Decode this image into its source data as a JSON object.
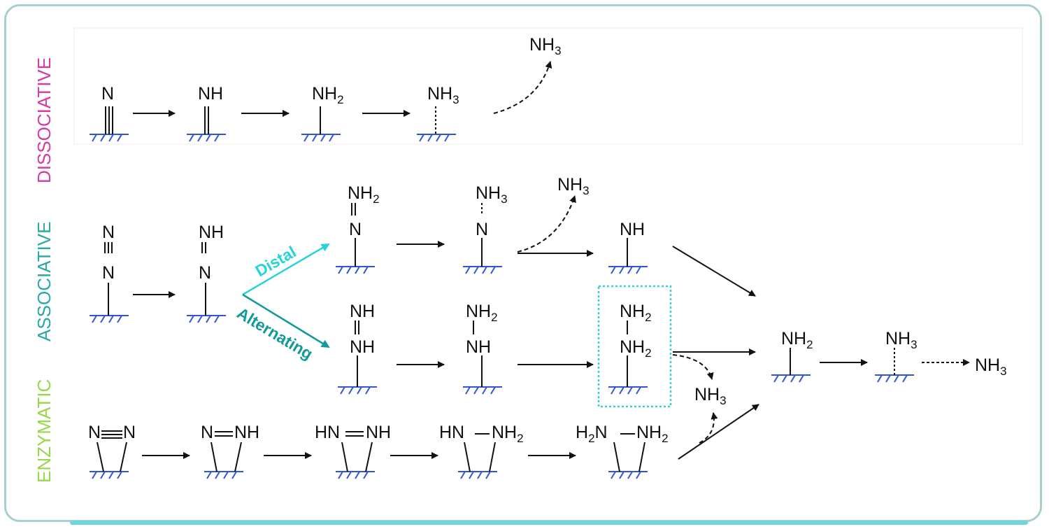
{
  "title": "",
  "section_labels": {
    "dissociative": "DISSOCIATIVE",
    "associative": "ASSOCIATIVE",
    "enzymatic": "ENZYMATIC"
  },
  "pathway_labels": {
    "distal": "Distal",
    "alternating": "Alternating"
  },
  "colors": {
    "dissociative": "#d63ba4",
    "associative": "#2aa8a4",
    "enzymatic": "#99d64a",
    "distal": "#27d3d8",
    "alternating": "#12999b",
    "surface": "#3056d6",
    "highlight_box": "#39d0d3",
    "frame": "#a9cfcf"
  },
  "species": {
    "n": "N",
    "nh": "NH",
    "nh2": "NH",
    "nh3": "NH",
    "hn": "HN",
    "h2n": "H",
    "h2n_n": "N",
    "sub2": "2",
    "sub3": "3"
  }
}
